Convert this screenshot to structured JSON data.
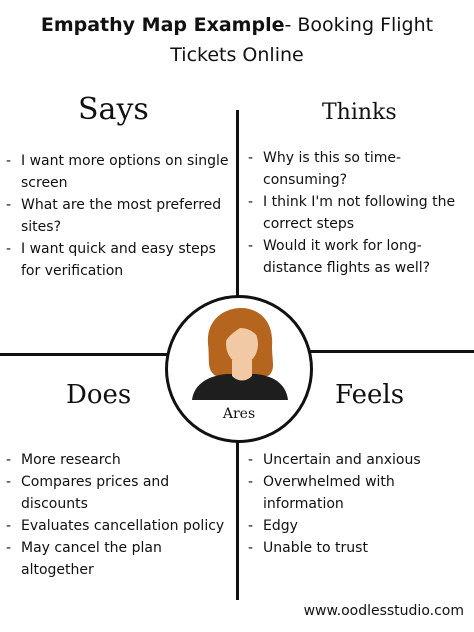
{
  "title": {
    "bold_part": "Empathy Map Example",
    "rest_line1": "- Booking Flight",
    "line2": "Tickets Online"
  },
  "persona": {
    "name": "Ares",
    "icon": "woman-avatar-icon"
  },
  "quadrants": {
    "says": {
      "heading": "Says",
      "items": [
        "I want more options on single screen",
        "What are the most preferred sites?",
        "I want quick and easy steps for verification"
      ]
    },
    "thinks": {
      "heading": "Thinks",
      "items": [
        "Why is this so time-consuming?",
        "I think I'm not following the correct steps",
        "Would it work for long-distance flights as well?"
      ]
    },
    "does": {
      "heading": "Does",
      "items": [
        "More research",
        "Compares prices and discounts",
        "Evaluates cancellation policy",
        "May cancel the plan altogether"
      ]
    },
    "feels": {
      "heading": "Feels",
      "items": [
        "Uncertain and anxious",
        "Overwhelmed with information",
        "Edgy",
        "Unable to trust"
      ]
    }
  },
  "footer": {
    "url": "www.oodlesstudio.com"
  },
  "colors": {
    "hair": "#b5651d",
    "skin": "#f1c9a5",
    "shirt": "#1e1e1e",
    "line": "#111111"
  }
}
